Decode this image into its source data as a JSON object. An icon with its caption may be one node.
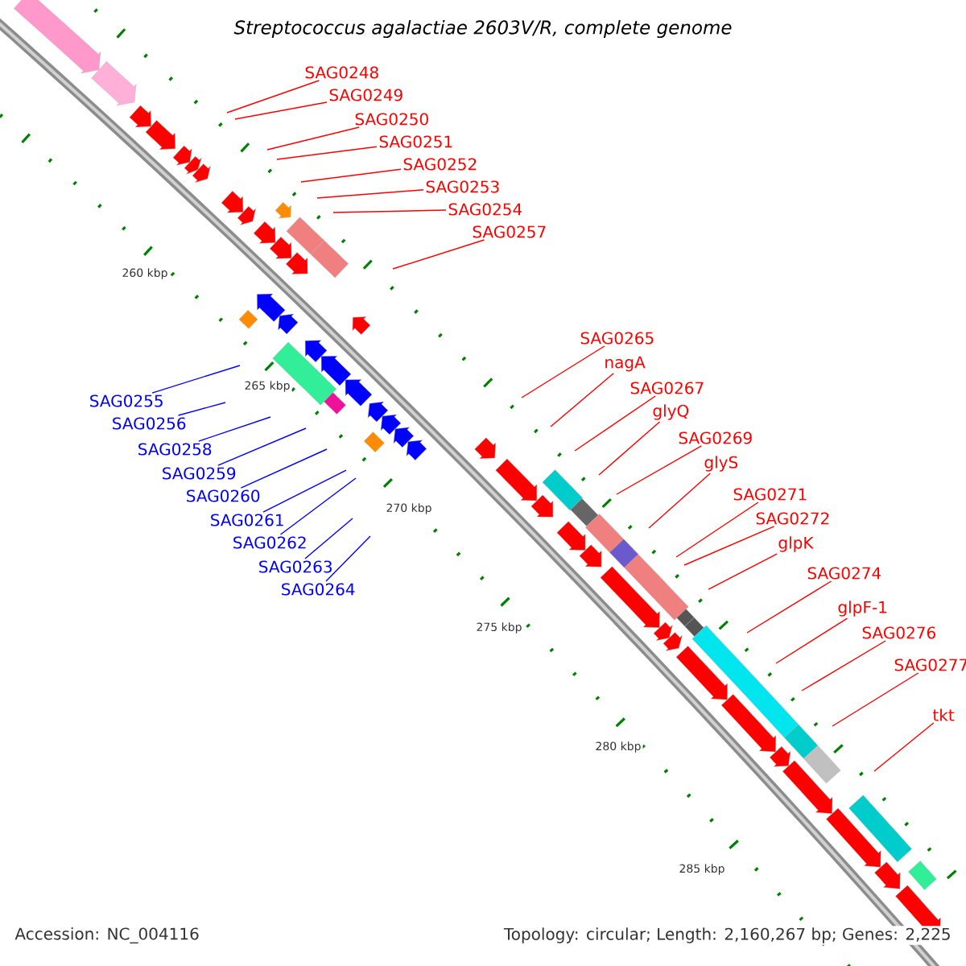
{
  "diagram": {
    "title": "Streptococcus agalactiae 2603V/R, complete genome",
    "nodes": [
      {
        "text": [
          "SAG0248"
        ]
      },
      {
        "text": [
          "SAG0249"
        ]
      },
      {
        "text": [
          "SAG0250"
        ]
      },
      {
        "text": [
          "SAG0251"
        ]
      },
      {
        "text": [
          "SAG0252"
        ]
      },
      {
        "text": [
          "SAG0253"
        ]
      },
      {
        "text": [
          "SAG0254"
        ]
      },
      {
        "text": [
          "SAG0257"
        ]
      },
      {
        "text": [
          "SAG0255"
        ]
      },
      {
        "text": [
          "SAG0256"
        ]
      },
      {
        "text": [
          "SAG0258"
        ]
      },
      {
        "text": [
          "SAG0259"
        ]
      },
      {
        "text": [
          "SAG0260"
        ]
      },
      {
        "text": [
          "SAG0261"
        ]
      },
      {
        "text": [
          "SAG0262"
        ]
      },
      {
        "text": [
          "SAG0263"
        ]
      },
      {
        "text": [
          "SAG0264"
        ]
      },
      {
        "text": [
          "SAG0265"
        ]
      },
      {
        "text": [
          "nagA"
        ]
      },
      {
        "text": [
          "SAG0267"
        ]
      },
      {
        "text": [
          "glyQ"
        ]
      },
      {
        "text": [
          "SAG0269"
        ]
      },
      {
        "text": [
          "glyS"
        ]
      },
      {
        "text": [
          "SAG0271"
        ]
      },
      {
        "text": [
          "SAG0272"
        ]
      },
      {
        "text": [
          "glpK"
        ]
      },
      {
        "text": [
          "SAG0274"
        ]
      },
      {
        "text": [
          "glpF-1"
        ]
      },
      {
        "text": [
          "SAG0276"
        ]
      },
      {
        "text": [
          "SAG0277"
        ]
      },
      {
        "text": [
          "tkt"
        ]
      }
    ],
    "edges": [
      {
        "from": 0,
        "to": null,
        "arrow": "none"
      },
      {
        "from": 1,
        "to": null,
        "arrow": "none"
      },
      {
        "from": 2,
        "to": null,
        "arrow": "none"
      },
      {
        "from": 3,
        "to": null,
        "arrow": "none"
      },
      {
        "from": 4,
        "to": null,
        "arrow": "none"
      },
      {
        "from": 5,
        "to": null,
        "arrow": "none"
      },
      {
        "from": 6,
        "to": null,
        "arrow": "none"
      },
      {
        "from": 7,
        "to": null,
        "arrow": "none"
      },
      {
        "from": 8,
        "to": null,
        "arrow": "none",
        "color": "#0000ff"
      },
      {
        "from": 9,
        "to": null,
        "arrow": "none",
        "color": "#0000ff"
      },
      {
        "from": 10,
        "to": null,
        "arrow": "none",
        "color": "#0000ff"
      },
      {
        "from": 11,
        "to": null,
        "arrow": "none",
        "color": "#0000ff"
      },
      {
        "from": 12,
        "to": null,
        "arrow": "none",
        "color": "#0000ff"
      },
      {
        "from": 13,
        "to": null,
        "arrow": "none",
        "color": "#0000ff"
      },
      {
        "from": 14,
        "to": null,
        "arrow": "none",
        "color": "#0000ff"
      },
      {
        "from": 15,
        "to": null,
        "arrow": "none",
        "color": "#0000ff"
      },
      {
        "from": 16,
        "to": null,
        "arrow": "none",
        "color": "#0000ff"
      },
      {
        "from": 17,
        "to": null,
        "arrow": "none"
      },
      {
        "from": 18,
        "to": null,
        "arrow": "none"
      },
      {
        "from": 19,
        "to": null,
        "arrow": "none"
      },
      {
        "from": 20,
        "to": null,
        "arrow": "none"
      },
      {
        "from": 21,
        "to": null,
        "arrow": "none"
      },
      {
        "from": 22,
        "to": null,
        "arrow": "none"
      },
      {
        "from": 23,
        "to": null,
        "arrow": "none"
      },
      {
        "from": 24,
        "to": null,
        "arrow": "none"
      },
      {
        "from": 25,
        "to": null,
        "arrow": "none"
      },
      {
        "from": 26,
        "to": null,
        "arrow": "none"
      },
      {
        "from": 27,
        "to": null,
        "arrow": "none"
      },
      {
        "from": 28,
        "to": null,
        "arrow": "none"
      },
      {
        "from": 29,
        "to": null,
        "arrow": "none"
      },
      {
        "from": 30,
        "to": null,
        "arrow": "none"
      }
    ],
    "labels": [
      "260 kbp",
      "265 kbp",
      "270 kbp",
      "275 kbp",
      "280 kbp",
      "285 kbp",
      "Accession: NC_004116",
      "Topology: circular; Length: 2,160,267 bp; Genes: 2,225"
    ]
  }
}
